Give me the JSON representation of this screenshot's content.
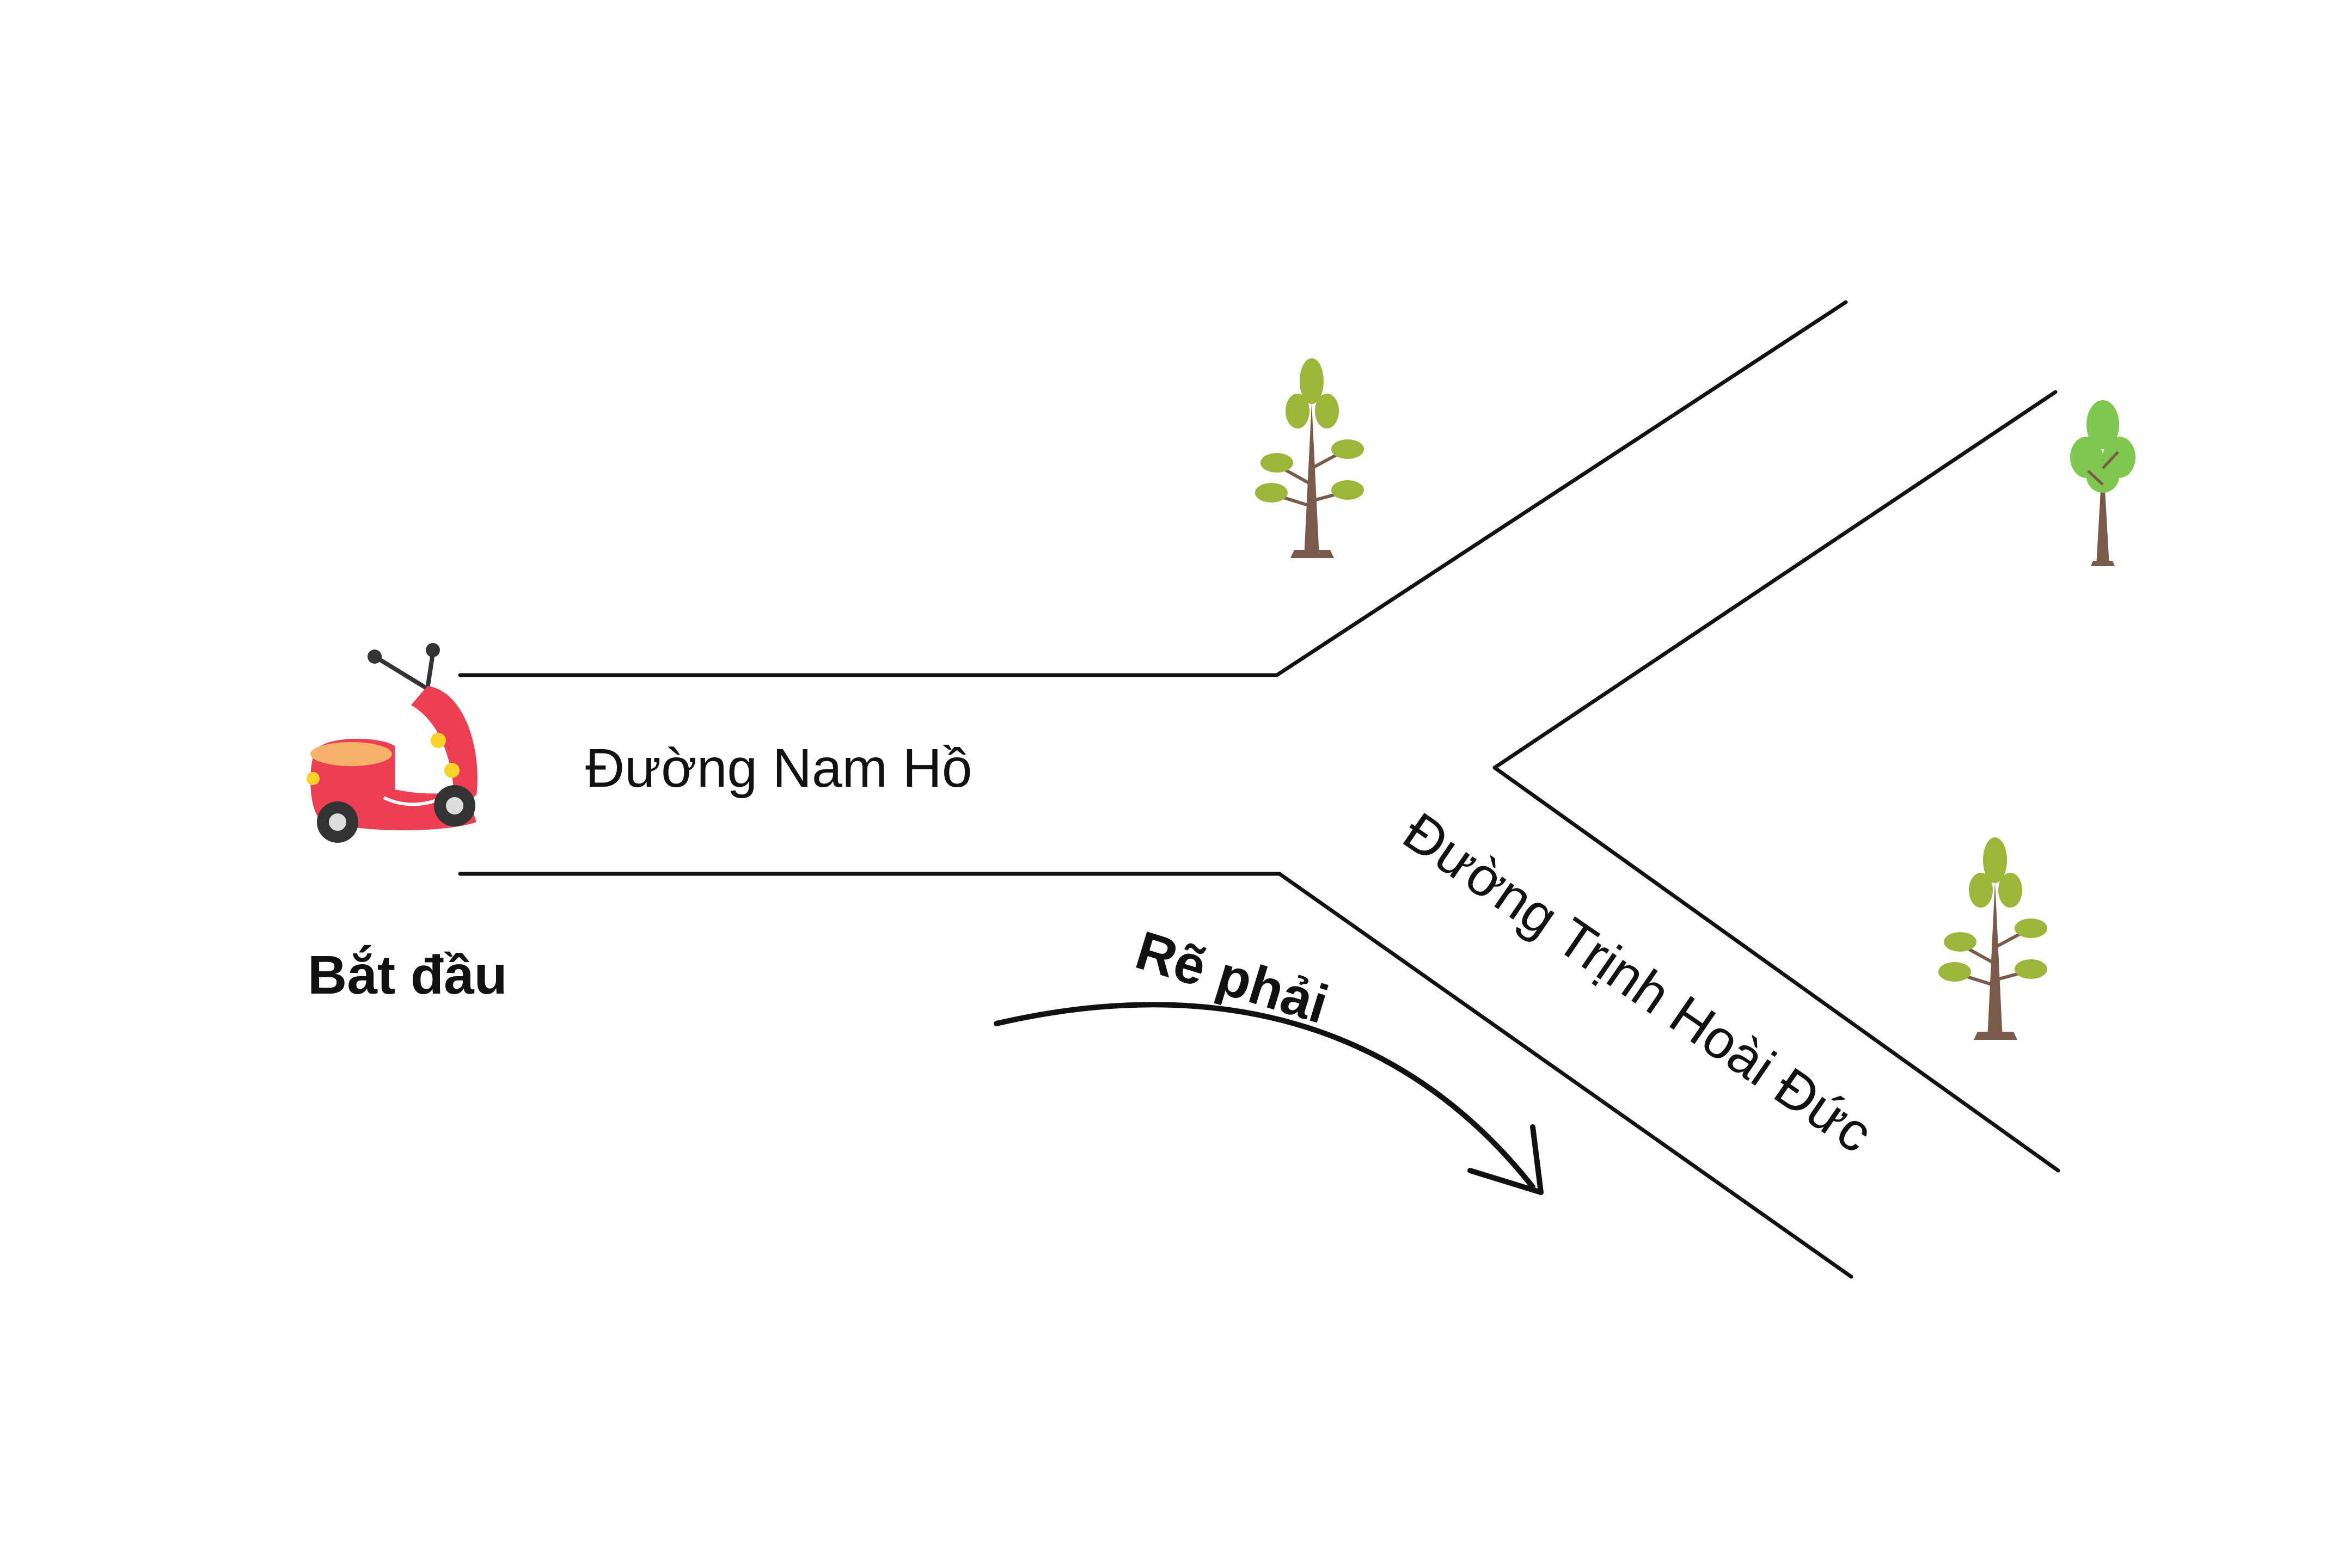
{
  "labels": {
    "main_road": "Đường Nam Hồ",
    "branch_road": "Đường Trịnh Hoài Đức",
    "start": "Bắt đầu",
    "instruction": "Rẽ phải"
  },
  "icons": {
    "vehicle": "scooter-icon",
    "trees": [
      "tree-icon",
      "tree-icon",
      "tree-icon"
    ]
  },
  "colors": {
    "road_lines": "#111111",
    "scooter_body": "#ee3e54",
    "scooter_seat": "#f6b26b",
    "scooter_dots": "#f9d32a",
    "tree_trunk": "#7a5a4a",
    "tree_leaves": "#9bb63b",
    "tree_leaves_light": "#7ec850"
  }
}
